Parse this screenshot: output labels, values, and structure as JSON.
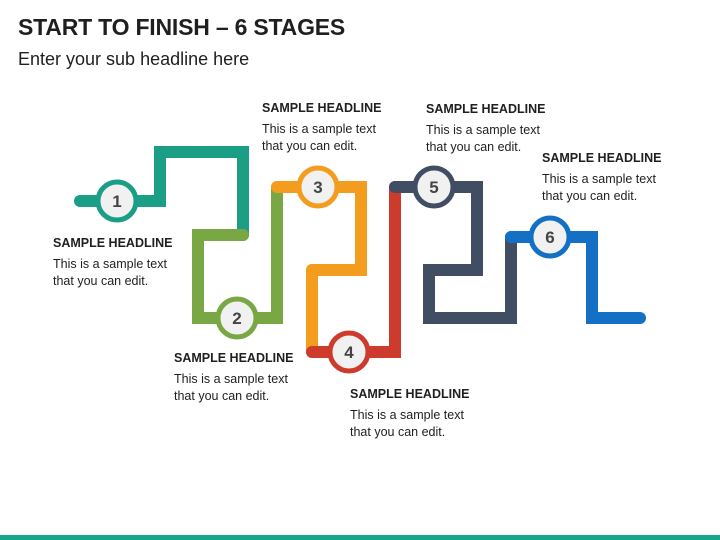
{
  "title": "START TO FINISH – 6 STAGES",
  "subtitle": "Enter your sub headline here",
  "colors": {
    "stage1": "#1a9e86",
    "stage2": "#79a744",
    "stage3": "#f39c1e",
    "stage4": "#cd3b2c",
    "stage5": "#414d62",
    "stage6": "#1370c4",
    "node_fill": "#f1f1f1",
    "footer": "#17a68b"
  },
  "stages": [
    {
      "number": "1",
      "headline": "SAMPLE HEADLINE",
      "text": "This is a sample text that you can edit."
    },
    {
      "number": "2",
      "headline": "SAMPLE HEADLINE",
      "text": "This is a sample text that you can edit."
    },
    {
      "number": "3",
      "headline": "SAMPLE HEADLINE",
      "text": "This is a sample text that you can edit."
    },
    {
      "number": "4",
      "headline": "SAMPLE HEADLINE",
      "text": "This is a sample text that you can edit."
    },
    {
      "number": "5",
      "headline": "SAMPLE HEADLINE",
      "text": "This is a sample text that you can edit."
    },
    {
      "number": "6",
      "headline": "SAMPLE HEADLINE",
      "text": "This is a sample text that you can edit."
    }
  ]
}
